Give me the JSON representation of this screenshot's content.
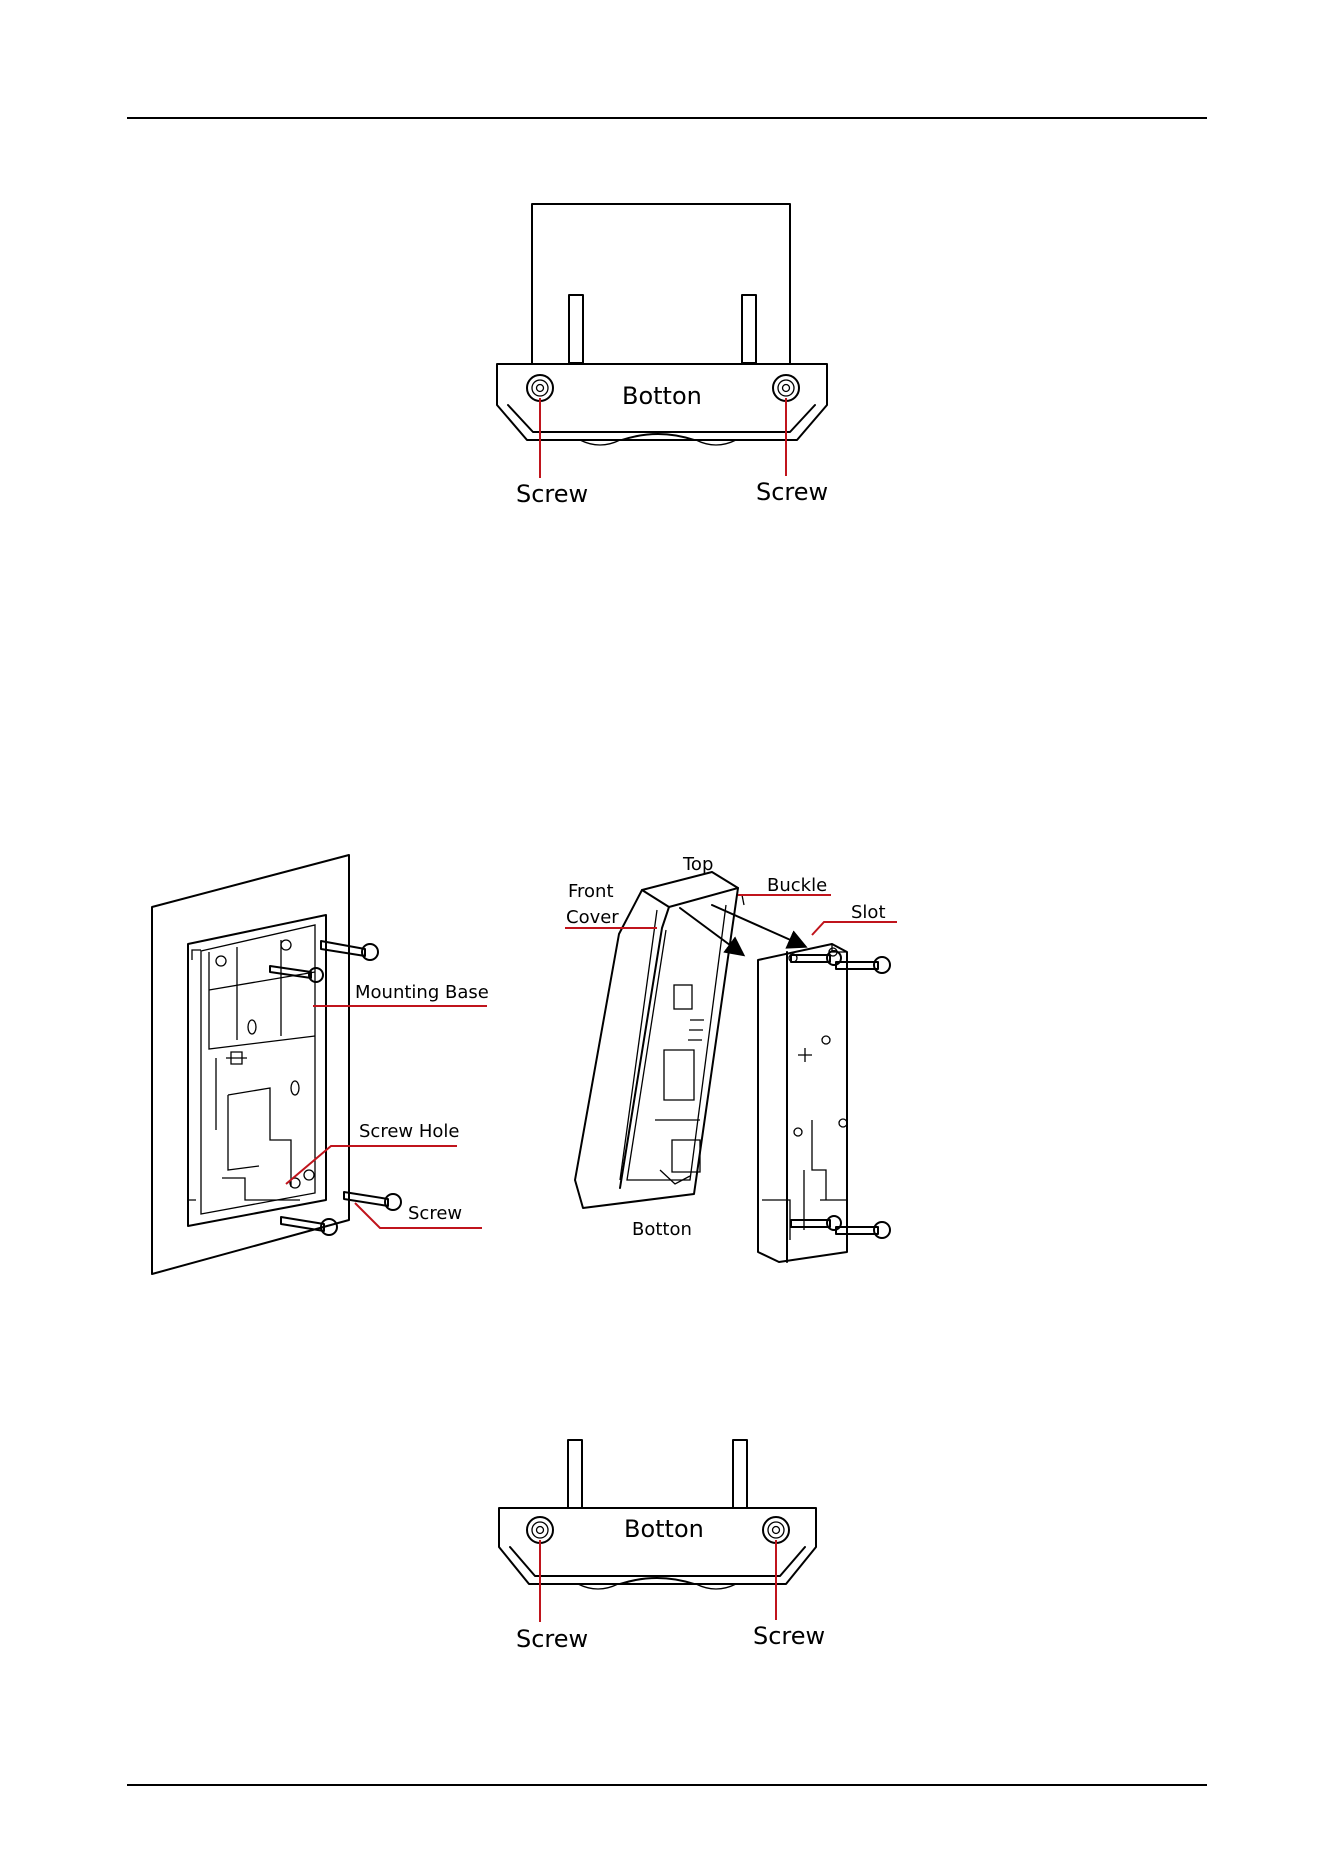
{
  "figure1": {
    "bottom_label": "Botton",
    "screw_left": "Screw",
    "screw_right": "Screw"
  },
  "figure2": {
    "wall": {
      "mounting_base": "Mounting Base",
      "screw_hole": "Screw Hole",
      "screw": "Screw"
    },
    "device": {
      "top": "Top",
      "front": "Front",
      "cover": "Cover",
      "buckle": "Buckle",
      "slot": "Slot",
      "bottom": "Botton"
    }
  },
  "figure3": {
    "bottom_label": "Botton",
    "screw_left": "Screw",
    "screw_right": "Screw"
  }
}
